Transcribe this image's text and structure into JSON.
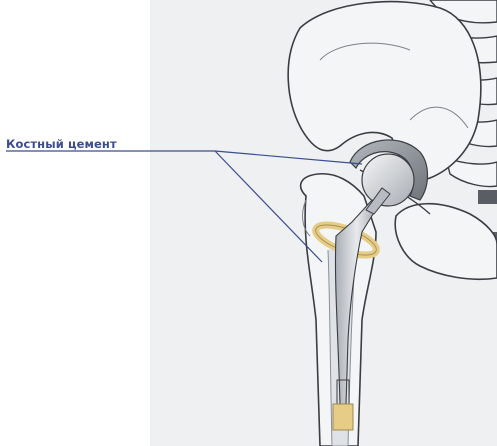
{
  "figure": {
    "callout_label": "Костный цемент",
    "colors": {
      "callout": "#3c4d8f",
      "panel": "#eef0f2",
      "bone": "#f4f5f6",
      "bone_outline": "#3a3d42",
      "cement": "#e6cc86",
      "metal": "#c9cdd3",
      "canal": "#cfd3d8"
    },
    "icons": [
      "pelvis-illustration",
      "femur-illustration",
      "hip-implant-stem",
      "acetabular-cup",
      "femoral-head-ball",
      "bone-cement-collar"
    ]
  }
}
